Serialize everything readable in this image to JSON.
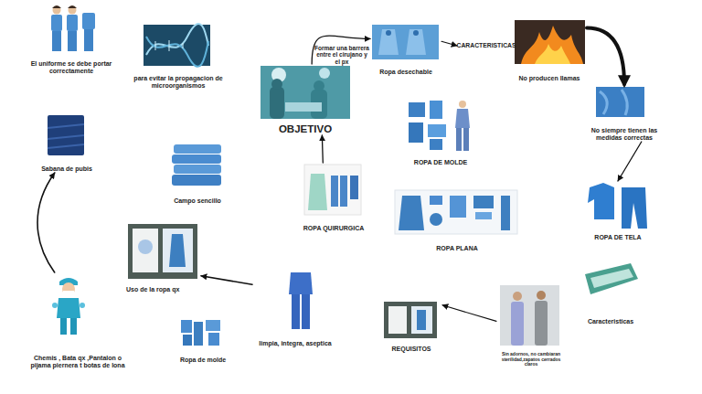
{
  "diagram": {
    "nodes": [
      {
        "text": [
          "El uniforme se debe portar correctamente"
        ]
      },
      {
        "text": [
          "para evitar la propagacion de microorganismos"
        ]
      },
      {
        "text": [
          "OBJETIVO"
        ]
      },
      {
        "text": [
          "Ropa desechable"
        ]
      },
      {
        "text": [
          "CARACTERISTICAS"
        ]
      },
      {
        "text": [
          "No producen llamas"
        ]
      },
      {
        "text": [
          "No siempre tienen las medidas correctas"
        ]
      },
      {
        "text": [
          "ROPA DE MOLDE"
        ]
      },
      {
        "text": [
          "Sabana de pubis"
        ]
      },
      {
        "text": [
          "Campo sencillo"
        ]
      },
      {
        "text": [
          "ROPA QUIRURGICA"
        ]
      },
      {
        "text": [
          "ROPA DE TELA"
        ]
      },
      {
        "text": [
          "ROPA  PLANA"
        ]
      },
      {
        "text": [
          "Uso de la ropa qx"
        ]
      },
      {
        "text": [
          "Caracteristicas"
        ]
      },
      {
        "text": [
          "limpia, integra, aseptica"
        ]
      },
      {
        "text": [
          "REQUISITOS"
        ]
      },
      {
        "text": [
          "Sin adornos, no cambiaran sterilidad,zapatos cerrados claros"
        ]
      },
      {
        "text": [
          "Chemis , Bata qx ,Pantalon o pijama piernera t botas de lona"
        ]
      },
      {
        "text": [
          "Ropa de molde"
        ]
      }
    ],
    "edges": [
      {
        "from": 2,
        "to": 3,
        "label": "Formar una barrera entre el cirujano y el px",
        "arrow": "to"
      },
      {
        "from": 3,
        "to": 4,
        "arrow": "to"
      },
      {
        "from": 5,
        "to": 6,
        "arrow": "to"
      },
      {
        "from": 6,
        "to": 11,
        "arrow": "to"
      },
      {
        "from": 10,
        "to": 2,
        "arrow": "to"
      },
      {
        "from": 15,
        "to": 13,
        "arrow": "to"
      },
      {
        "from": 18,
        "to": 8,
        "arrow": "to"
      },
      {
        "from": 17,
        "to": 16,
        "arrow": "to"
      }
    ]
  }
}
